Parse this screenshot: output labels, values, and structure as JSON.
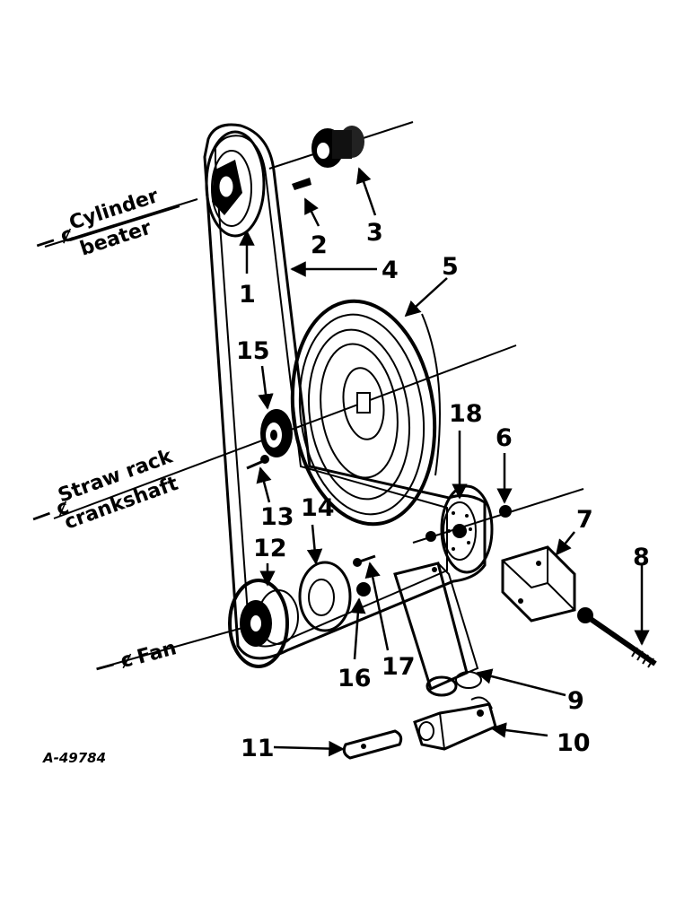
{
  "figure_ref": "A-49784",
  "centerlines": {
    "cylinder_beater": {
      "prefix": "— ȼ",
      "line1": "Cylinder",
      "line2": "beater"
    },
    "straw_rack": {
      "prefix": "— ȼ",
      "line1": "Straw rack",
      "line2": "crankshaft"
    },
    "fan": {
      "prefix": "— ȼ",
      "text": "Fan"
    }
  },
  "callouts": [
    "1",
    "2",
    "3",
    "4",
    "5",
    "6",
    "7",
    "8",
    "9",
    "10",
    "11",
    "12",
    "13",
    "14",
    "15",
    "16",
    "17",
    "18"
  ]
}
